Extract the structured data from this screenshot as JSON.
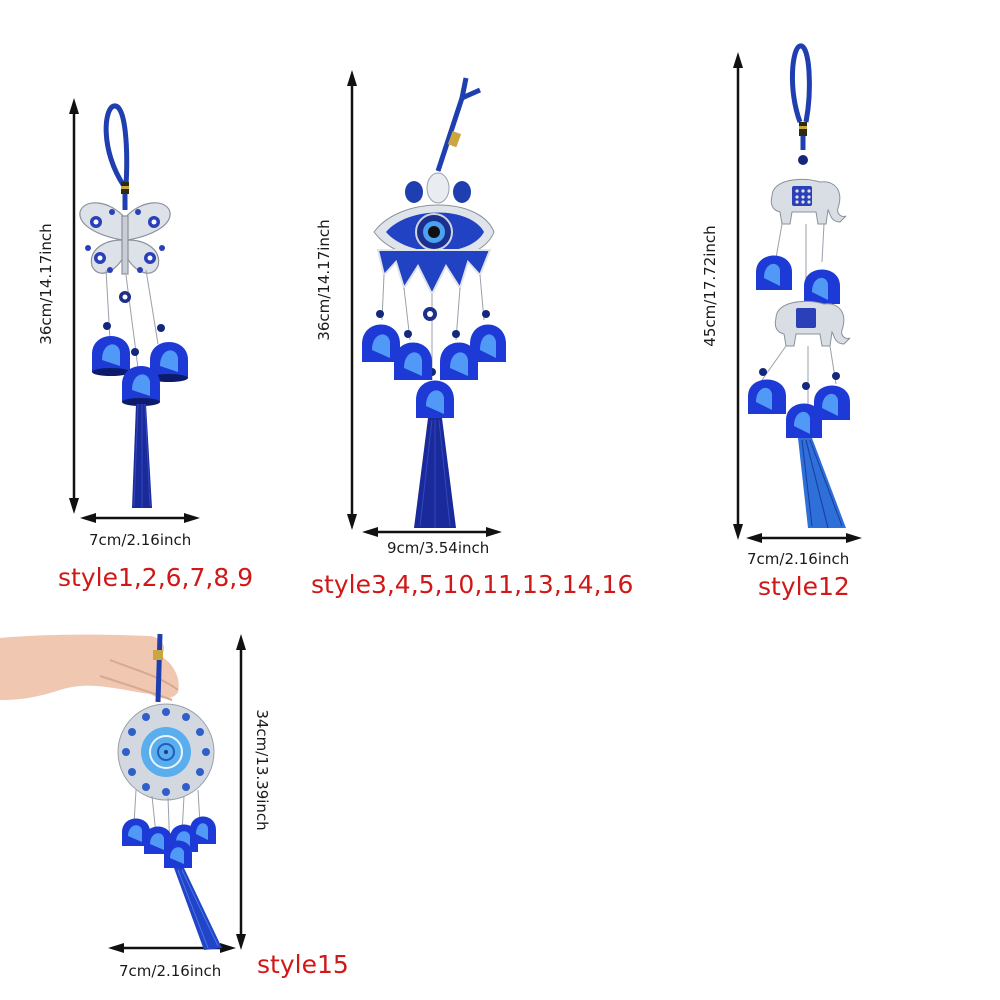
{
  "products": [
    {
      "name": "butterfly-wind-chime",
      "height_label": "36cm/14.17inch",
      "width_label": "7cm/2.16inch",
      "style_label": "style1,2,6,7,8,9"
    },
    {
      "name": "evil-eye-wind-chime",
      "height_label": "36cm/14.17inch",
      "width_label": "9cm/3.54inch",
      "style_label": "style3,4,5,10,11,13,14,16"
    },
    {
      "name": "elephant-wind-chime",
      "height_label": "45cm/17.72inch",
      "width_label": "7cm/2.16inch",
      "style_label": "style12"
    },
    {
      "name": "mandala-wind-chime",
      "height_label": "34cm/13.39inch",
      "width_label": "7cm/2.16inch",
      "style_label": "style15"
    }
  ],
  "colors": {
    "background": "#ffffff",
    "style_label": "#d01818",
    "dimension_text": "#1a1a1a",
    "cord_blue": "#1f3fb0",
    "bell_blue": "#1e3ad6",
    "bell_highlight": "#4fa8ff",
    "silver": "#d8dce4",
    "skin": "#f1c9b3"
  }
}
